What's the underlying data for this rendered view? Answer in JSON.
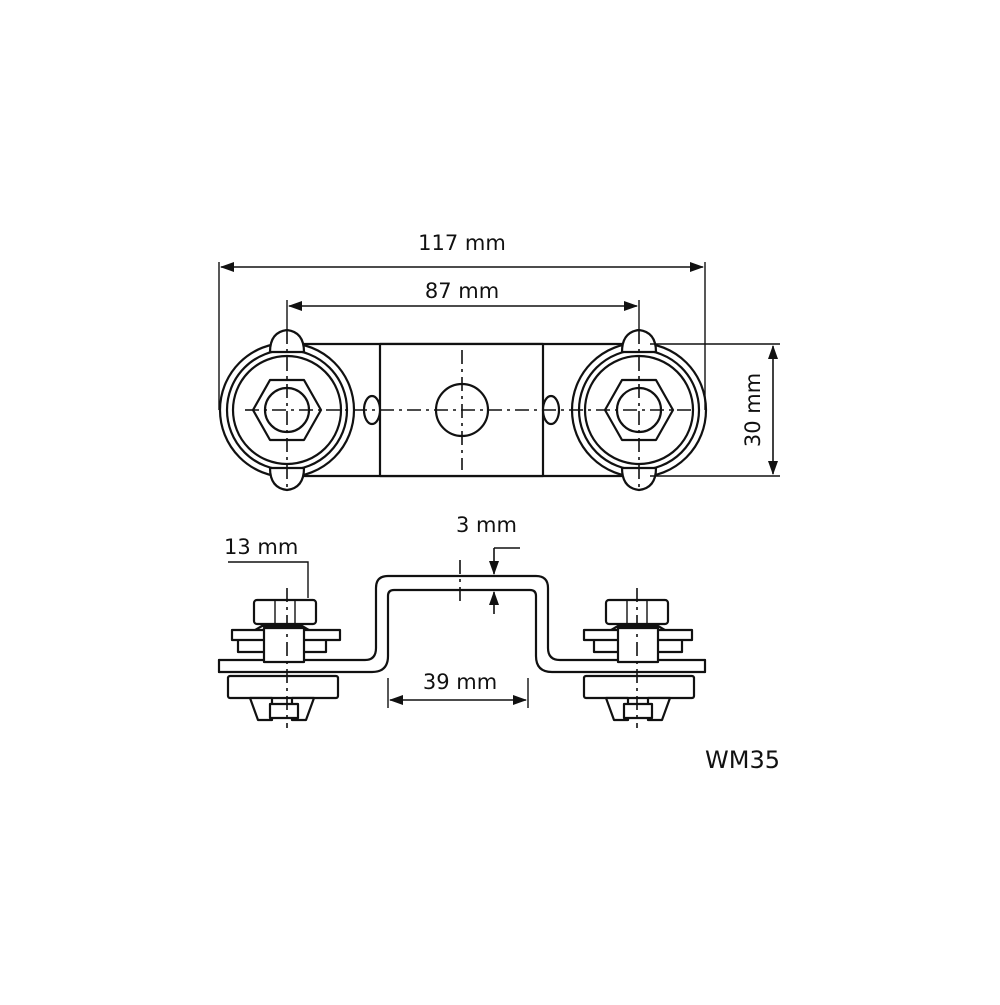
{
  "dimensions": {
    "overall_length": "117 mm",
    "hole_spacing": "87 mm",
    "width": "30 mm",
    "nut_size": "13 mm",
    "thickness": "3 mm",
    "bridge_width": "39 mm"
  },
  "model_code": "WM35",
  "colors": {
    "line": "#111111",
    "background": "#ffffff"
  }
}
